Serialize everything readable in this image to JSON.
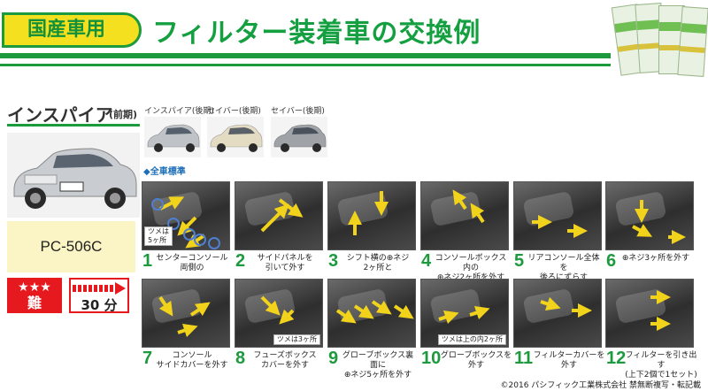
{
  "header": {
    "badge": "国産車用",
    "title": "フィルター装着車の交換例"
  },
  "model": {
    "name": "インスパイア",
    "period": "(前期)",
    "part_number": "PC-506C",
    "stars": "★★★",
    "difficulty": "難",
    "time": "30 分"
  },
  "variants": [
    {
      "label": "インスパイア(後期)"
    },
    {
      "label": "セイバー(後期)"
    },
    {
      "label": "セイバー(後期)"
    }
  ],
  "standard_label": "◆全車標準",
  "steps": [
    {
      "num": "1",
      "text": "センターコンソール\n両側の",
      "note": "ツメは\n5ヶ所"
    },
    {
      "num": "2",
      "text": "サイドパネルを\n引いて外す",
      "note": ""
    },
    {
      "num": "3",
      "text": "シフト横の⊕ネジ\n2ヶ所と",
      "note": ""
    },
    {
      "num": "4",
      "text": "コンソールボックス内の\n⊕ネジ2ヶ所を外す",
      "note": ""
    },
    {
      "num": "5",
      "text": "リアコンソール全体を\n後ろにずらす",
      "note": ""
    },
    {
      "num": "6",
      "text": "⊕ネジ3ヶ所を外す",
      "note": ""
    },
    {
      "num": "7",
      "text": "コンソール\nサイドカバーを外す",
      "note": ""
    },
    {
      "num": "8",
      "text": "フューズボックス\nカバーを外す",
      "note": "ツメは3ヶ所"
    },
    {
      "num": "9",
      "text": "グローブボックス裏面に\n⊕ネジ5ヶ所を外す",
      "note": ""
    },
    {
      "num": "10",
      "text": "グローブボックスを\n外す",
      "note": "ツメは上の内2ヶ所"
    },
    {
      "num": "11",
      "text": "フィルターカバーを\n外す",
      "note": ""
    },
    {
      "num": "12",
      "text": "フィルターを引き出す\n(上下2個で1セット)",
      "note": ""
    }
  ],
  "copyright": "©2016 パシフィック工業株式会社 禁無断複写・転記載",
  "colors": {
    "green": "#1d9a3e",
    "yellow": "#f5e020",
    "red": "#e6191f",
    "arrow": "#f2d31b"
  }
}
